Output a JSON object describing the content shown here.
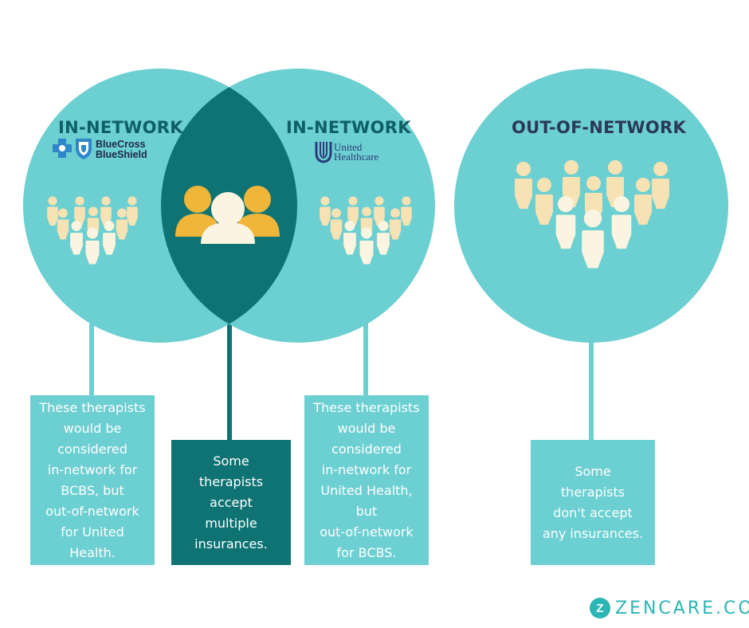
{
  "colors": {
    "circle": "#6ccfd1",
    "overlap": "#0f7373",
    "heading_navy": "#2a3957",
    "heading_teal_dark": "#0e5f66",
    "person_light": "#fbf4e0",
    "person_mid": "#f7e2b4",
    "person_gold": "#f0b63a",
    "brand": "#2cb5b5"
  },
  "circles": {
    "left": {
      "heading": "IN-NETWORK",
      "logo": {
        "line1": "BlueCross",
        "line2": "BlueShield",
        "icon": "bcbs-cross-shield-icon"
      }
    },
    "middle": {
      "heading": "IN-NETWORK",
      "logo": {
        "line1": "United",
        "line2": "Healthcare",
        "icon": "united-healthcare-icon"
      }
    },
    "right": {
      "heading": "OUT-OF-NETWORK"
    }
  },
  "boxes": {
    "bcbs": {
      "lines": [
        "These therapists",
        "would be",
        "considered",
        "in-network for",
        "BCBS, but",
        "out-of-network",
        "for United",
        "Health."
      ]
    },
    "multiple": {
      "lines": [
        "Some",
        "therapists",
        "accept",
        "multiple",
        "insurances."
      ]
    },
    "united": {
      "lines": [
        "These therapists",
        "would be",
        "considered",
        "in-network for",
        "United Health,",
        "but",
        "out-of-network",
        "for BCBS."
      ]
    },
    "none": {
      "lines": [
        "Some",
        "therapists",
        "don't accept",
        "any insurances."
      ]
    }
  },
  "brand": {
    "mark": "Z",
    "name": "ZENCARE.CO"
  }
}
